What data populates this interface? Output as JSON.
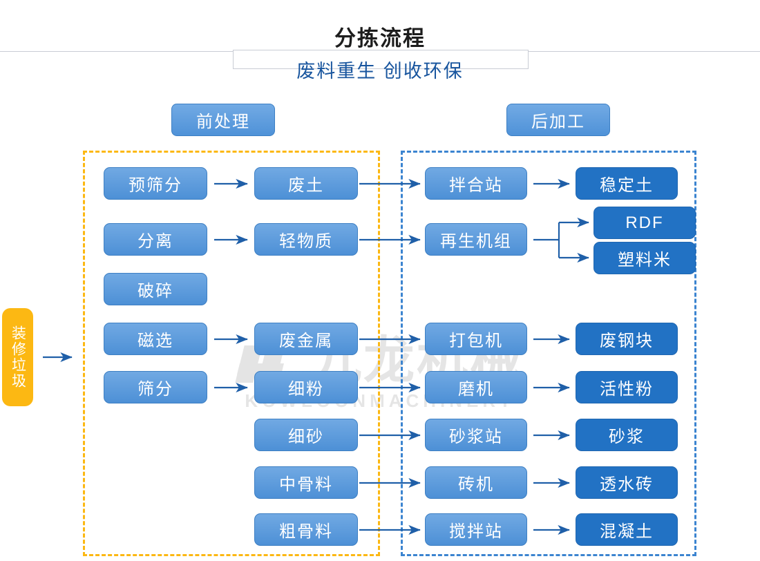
{
  "header": {
    "title": "分拣流程",
    "subtitle": "废料重生 创收环保"
  },
  "watermark": {
    "cn": "九龙机械",
    "en": "KOWLOONMACHINERY"
  },
  "sections": {
    "pre_label": "前处理",
    "post_label": "后加工"
  },
  "input": {
    "label": "装修垃圾"
  },
  "colors": {
    "node_light_top": "#71a9e3",
    "node_light_bottom": "#4d90d6",
    "node_dark": "#2272c4",
    "frame_pre": "#fcb813",
    "frame_post": "#3b84d0",
    "arrow": "#1f5fa8",
    "input_box": "#fcb813",
    "subtitle": "#18559e",
    "title": "#1d1d1d"
  },
  "nodes": {
    "pre_process": [
      {
        "id": "pre-screening",
        "label": "预筛分"
      },
      {
        "id": "separation",
        "label": "分离"
      },
      {
        "id": "crushing",
        "label": "破碎"
      },
      {
        "id": "magnetic",
        "label": "磁选"
      },
      {
        "id": "screening",
        "label": "筛分"
      }
    ],
    "materials": [
      {
        "id": "waste-soil",
        "label": "废土"
      },
      {
        "id": "light-material",
        "label": "轻物质"
      },
      {
        "id": "waste-metal",
        "label": "废金属"
      },
      {
        "id": "fine-powder",
        "label": "细粉"
      },
      {
        "id": "fine-sand",
        "label": "细砂"
      },
      {
        "id": "medium-aggregate",
        "label": "中骨料"
      },
      {
        "id": "coarse-aggregate",
        "label": "粗骨料"
      }
    ],
    "machines": [
      {
        "id": "mixing-station",
        "label": "拌合站"
      },
      {
        "id": "recycling-unit",
        "label": "再生机组"
      },
      {
        "id": "baler",
        "label": "打包机"
      },
      {
        "id": "grinder",
        "label": "磨机"
      },
      {
        "id": "mortar-station",
        "label": "砂浆站"
      },
      {
        "id": "brick-machine",
        "label": "砖机"
      },
      {
        "id": "concrete-station",
        "label": "搅拌站"
      }
    ],
    "products": [
      {
        "id": "stabilized-soil",
        "label": "稳定土"
      },
      {
        "id": "rdf",
        "label": "RDF"
      },
      {
        "id": "plastic-pellets",
        "label": "塑料米"
      },
      {
        "id": "scrap-steel",
        "label": "废钢块"
      },
      {
        "id": "active-powder",
        "label": "活性粉"
      },
      {
        "id": "mortar",
        "label": "砂浆"
      },
      {
        "id": "permeable-brick",
        "label": "透水砖"
      },
      {
        "id": "concrete",
        "label": "混凝土"
      }
    ]
  }
}
